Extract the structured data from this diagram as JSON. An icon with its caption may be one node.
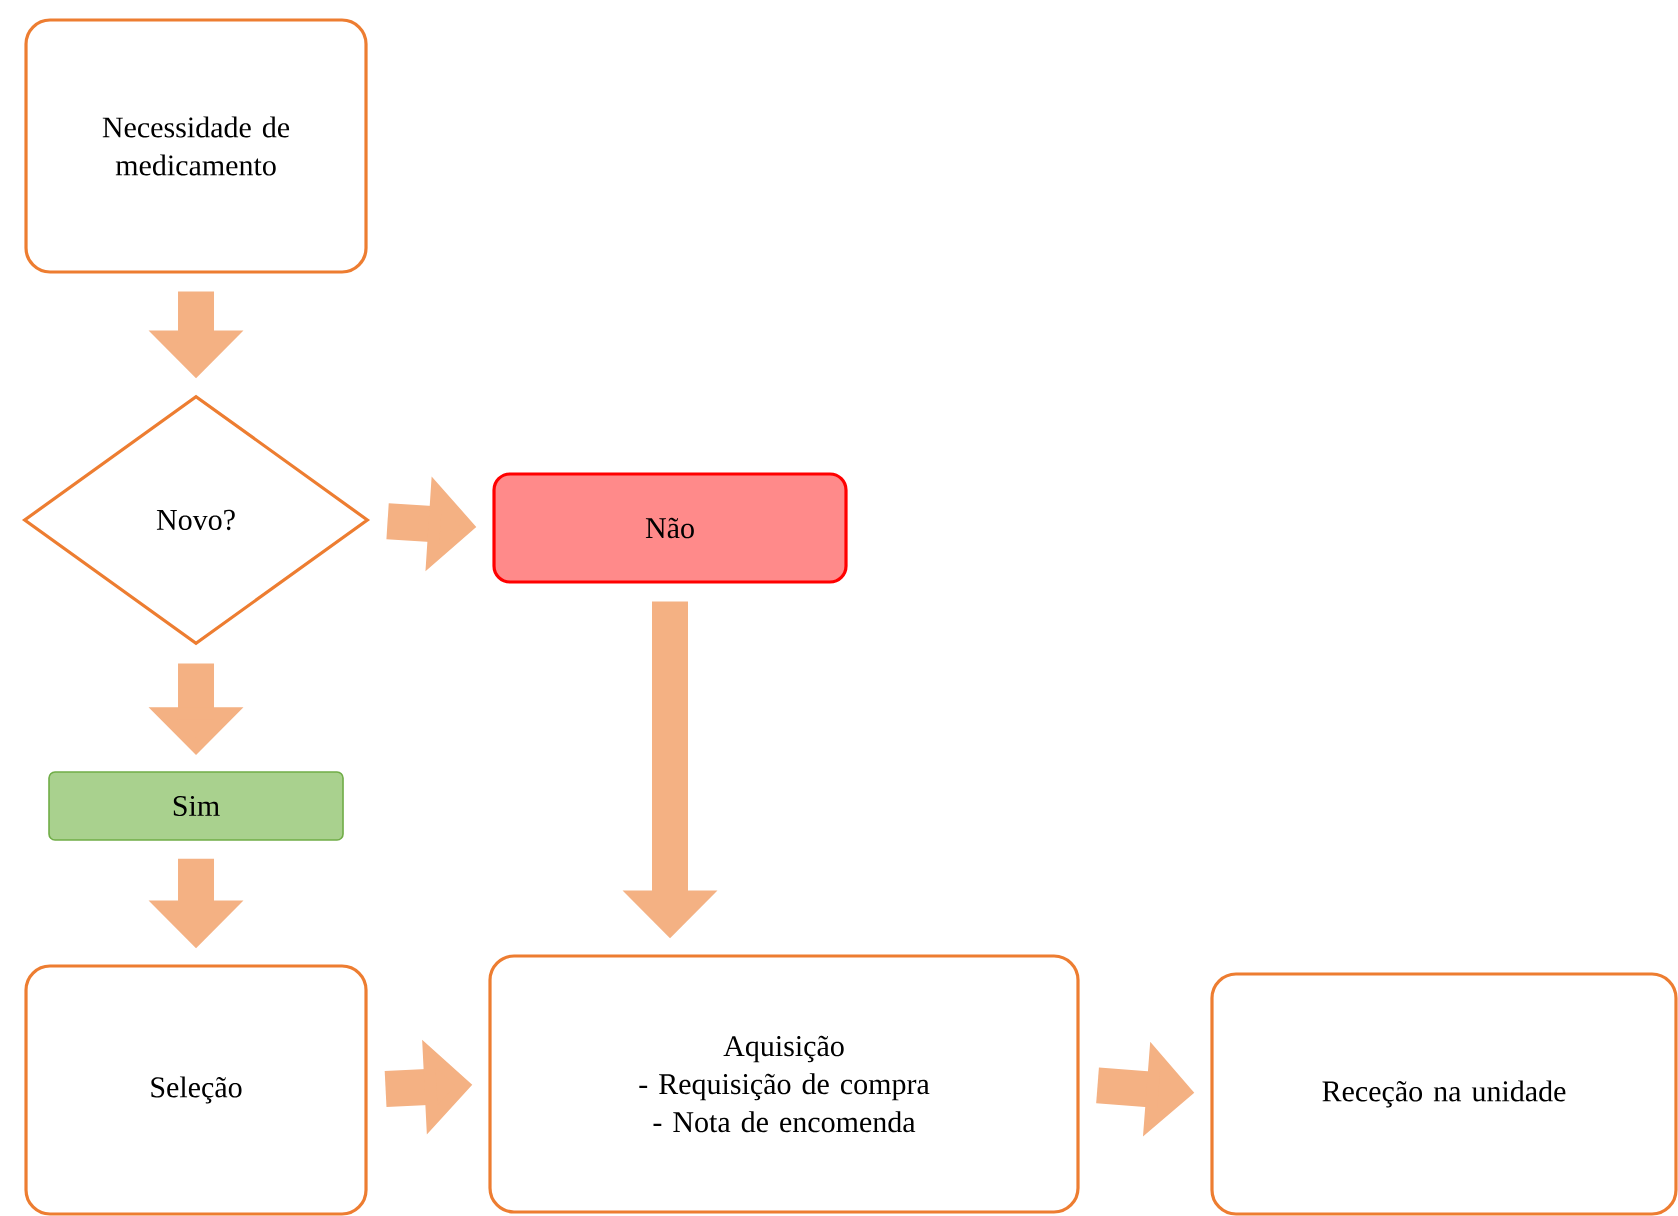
{
  "diagram": {
    "nodes": [
      {
        "text": [
          "Necessidade de medicamento"
        ]
      },
      {
        "text": [
          "Novo?"
        ]
      },
      {
        "text": [
          "Não"
        ]
      },
      {
        "text": [
          "Sim"
        ]
      },
      {
        "text": [
          "Seleção"
        ]
      },
      {
        "text": [
          "Aquisição",
          "- Requisição de compra",
          "- Nota de encomenda"
        ]
      },
      {
        "text": [
          "Receção na unidade"
        ]
      }
    ],
    "edges": [
      {
        "from": 0,
        "to": 1,
        "arrow": "to"
      },
      {
        "from": 1,
        "to": 2,
        "arrow": "to"
      },
      {
        "from": 2,
        "to": 5,
        "arrow": "to"
      },
      {
        "from": 1,
        "to": 3,
        "arrow": "to"
      },
      {
        "from": 3,
        "to": 4,
        "arrow": "to"
      },
      {
        "from": 4,
        "to": 5,
        "arrow": "to"
      },
      {
        "from": 5,
        "to": 6,
        "arrow": "to"
      }
    ]
  }
}
